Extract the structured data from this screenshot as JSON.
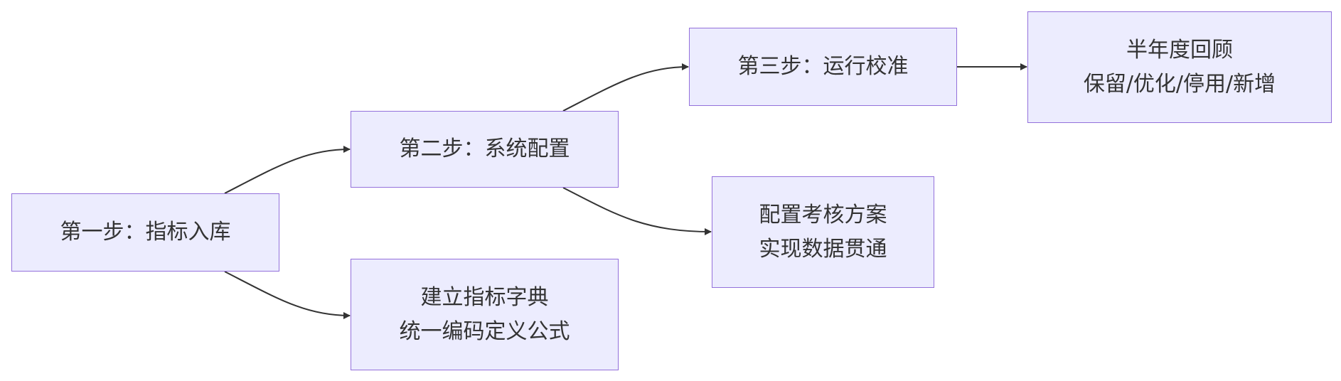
{
  "diagram": {
    "type": "flowchart",
    "direction": "left-to-right",
    "colors": {
      "node_fill": "#ececfe",
      "node_border": "#9370db",
      "edge": "#333333",
      "text": "#333333"
    },
    "nodes": {
      "step1": {
        "lines": [
          "第一步：指标入库"
        ]
      },
      "step2": {
        "lines": [
          "第二步：系统配置"
        ]
      },
      "step3": {
        "lines": [
          "第三步：运行校准"
        ]
      },
      "review": {
        "lines": [
          "半年度回顾",
          "保留/优化/停用/新增"
        ]
      },
      "dictionary": {
        "lines": [
          "建立指标字典",
          "统一编码定义公式"
        ]
      },
      "assessment": {
        "lines": [
          "配置考核方案",
          "实现数据贯通"
        ]
      }
    },
    "edges": [
      {
        "from": "step1",
        "to": "step2"
      },
      {
        "from": "step1",
        "to": "dictionary"
      },
      {
        "from": "step2",
        "to": "step3"
      },
      {
        "from": "step2",
        "to": "assessment"
      },
      {
        "from": "step3",
        "to": "review"
      }
    ]
  }
}
